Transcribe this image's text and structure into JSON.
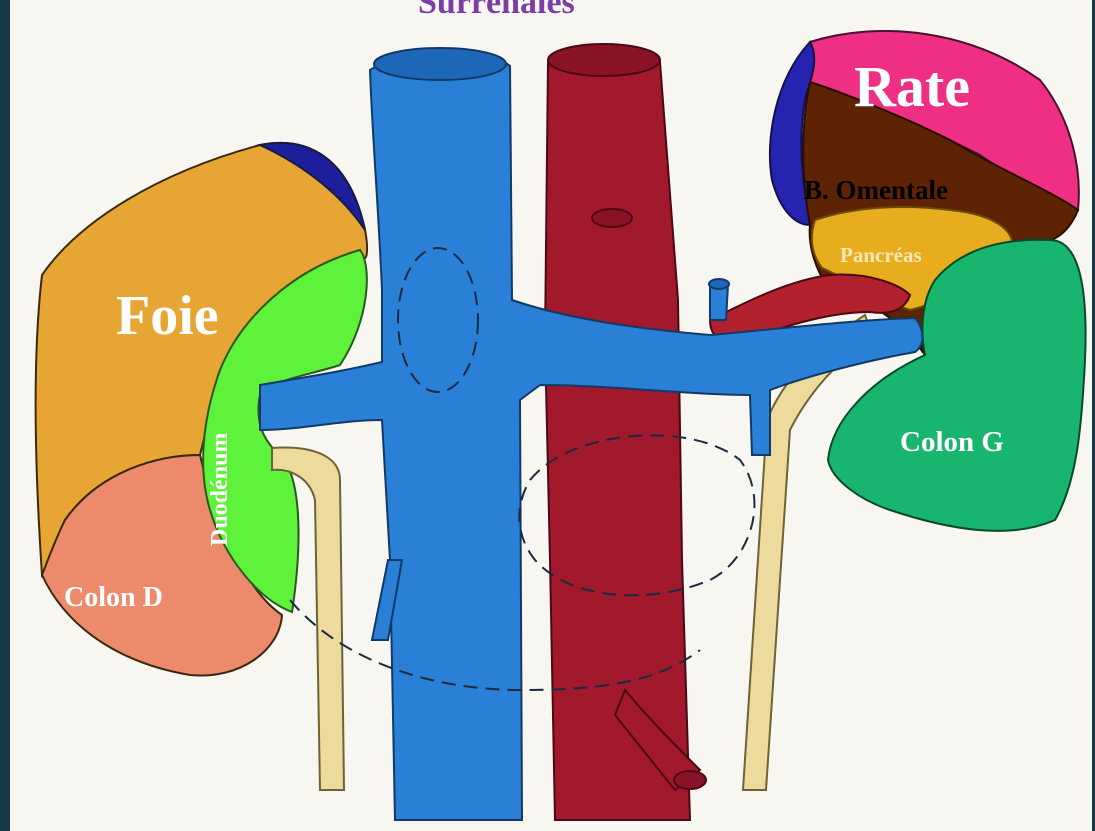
{
  "labels": {
    "surrenales": "Surrénales",
    "rate": "Rate",
    "omentale": "B. Omentale",
    "pancreas": "Pancréas",
    "foie": "Foie",
    "duodenum": "Duodénum",
    "colon_g": "Colon G",
    "colon_d": "Colon D"
  },
  "colors": {
    "frame": "#17394a",
    "background": "#f7f6f1",
    "label_purple": "#7b3fa4",
    "label_white": "#ffffff",
    "label_black": "#000000",
    "label_pancreas": "#f2e9b4",
    "label_green": "#2ebe16",
    "liver": "#e7a634",
    "colon_d": "#ee8a6c",
    "duodenum": "#5ef23a",
    "spleen_pink": "#ee2f84",
    "spleen_blue": "#2523b0",
    "omentale_brown": "#5e2205",
    "pancreas_yellow": "#e8ad1e",
    "colon_g": "#17b56e",
    "vena_cava": "#2a7fd6",
    "aorta": "#a2182d",
    "ureter": "#ecdb9d"
  }
}
